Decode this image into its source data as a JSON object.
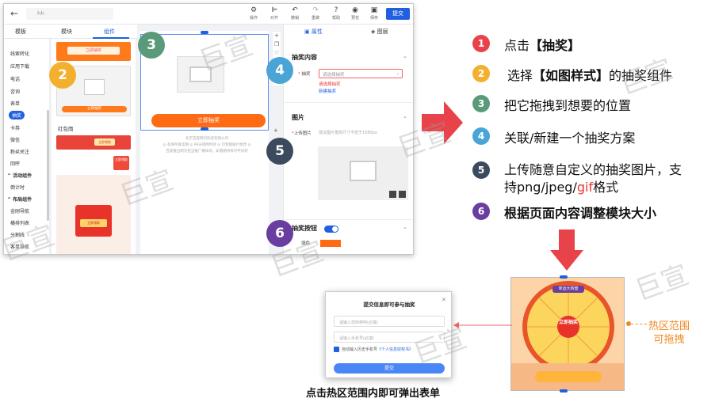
{
  "editor": {
    "topbar": {
      "back_icon": "arrow-left-icon",
      "page_name": "hh",
      "tools": [
        {
          "icon": "gear-icon",
          "label": "操作"
        },
        {
          "icon": "align-icon",
          "label": "对齐"
        },
        {
          "icon": "undo-icon",
          "label": "撤销"
        },
        {
          "icon": "redo-icon",
          "label": "重做"
        },
        {
          "icon": "help-icon",
          "label": "帮助"
        },
        {
          "icon": "eye-icon",
          "label": "预览"
        },
        {
          "icon": "save-icon",
          "label": "保存"
        }
      ],
      "submit_label": "提交"
    },
    "left_tabs": [
      "模板",
      "模块",
      "组件"
    ],
    "categories": [
      "线索转化",
      "应用下载",
      "电话",
      "咨询",
      "表单",
      "抽奖",
      "卡券",
      "微信",
      "粉丝关注",
      "回呼",
      "活动组件",
      "倒计时",
      "布局组件",
      "金刚导航",
      "横排列表",
      "分割线",
      "客单导航"
    ],
    "thumbs": {
      "thumb1_btn": "立即抽奖",
      "thumb2_btn": "立即抽奖",
      "red_packet_title": "红包雨",
      "thumb3_btn": "立即领取",
      "thumb3_side": "立即领取",
      "thumb4_btn": "立即领取"
    },
    "canvas": {
      "draw_button": "立即抽奖",
      "footer_company": "北京百度网讯科技有限公司",
      "footer_line2": "◎ 有保存备案期  ◎ 99天保障时效  ◎ 可使能赔付更改  ◎",
      "footer_line3": "百度推出网页担当推广模样式，如遇期待等可申诉原"
    },
    "props": {
      "tabs": [
        "属性",
        "图层"
      ],
      "section_lottery": "抽奖内容",
      "lottery_label": "抽奖",
      "lottery_placeholder": "请选择抽奖",
      "lottery_error": "请选择抽奖",
      "lottery_new": "新建抽奖",
      "section_image": "图片",
      "upload_label": "上传图片",
      "upload_hint": "建议图片宽高尺寸不低于1080px",
      "section_button": "抽奖按钮",
      "fill_label": "填色"
    },
    "colors": {
      "accent": "#1f5fe0",
      "orange": "#ff6a14"
    }
  },
  "steps": [
    {
      "num": "1",
      "color": "#e8434b",
      "pre": "点击",
      "bold": "【抽奖】",
      "post": ""
    },
    {
      "num": "2",
      "color": "#f3b02e",
      "pre": "选择",
      "bold": "【如图样式】",
      "post": "的抽奖组件"
    },
    {
      "num": "3",
      "color": "#5a9a7a",
      "pre": "把它拖拽到想要的位置",
      "bold": "",
      "post": ""
    },
    {
      "num": "4",
      "color": "#4aa5d6",
      "pre": "关联/新建一个抽奖方案",
      "bold": "",
      "post": ""
    },
    {
      "num": "5",
      "color": "#3c4a5e",
      "line1": "上传随意自定义的抽奖图片，支",
      "line2_pre": "持png/jpeg/",
      "line2_gif": "gif",
      "line2_post": "格式"
    },
    {
      "num": "6",
      "color": "#6a3ea0",
      "bold": "根据页面内容调整模块大小"
    }
  ],
  "popup": {
    "title": "提交信息即可参与抽奖",
    "name_placeholder": "请输入您的称呼(必填)",
    "phone_placeholder": "请输入手机号(必填)",
    "agree_pre": "自动输入历史手机号",
    "agree_link": "《个人信息授权书》",
    "submit": "提交",
    "close_icon": "close-icon"
  },
  "bottom_caption": "点击热区范围内即可弹出表单",
  "hotzone_label_1": "热区范围",
  "hotzone_label_2": "可拖拽",
  "wheel": {
    "center": "立即抽奖",
    "top_banner": "幸运大转盘"
  },
  "watermark": "巨宣"
}
